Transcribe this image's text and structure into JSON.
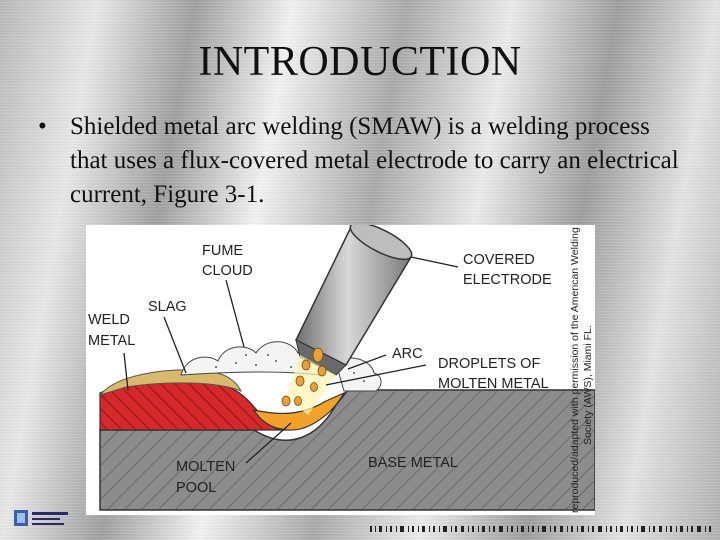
{
  "slide": {
    "title": "INTRODUCTION",
    "bullet_symbol": "•",
    "bullet_text": "Shielded metal arc welding (SMAW) is a welding process that uses a flux-covered metal electrode to carry an electrical current, Figure 3-1."
  },
  "figure": {
    "labels": {
      "fume_cloud_1": "FUME",
      "fume_cloud_2": "CLOUD",
      "covered_electrode_1": "COVERED",
      "covered_electrode_2": "ELECTRODE",
      "slag": "SLAG",
      "weld_metal_1": "WELD",
      "weld_metal_2": "METAL",
      "arc": "ARC",
      "droplets_1": "DROPLETS OF",
      "droplets_2": "MOLTEN METAL",
      "molten_pool_1": "MOLTEN",
      "molten_pool_2": "POOL",
      "base_metal": "BASE METAL"
    },
    "credit_1": "reproduced/adapted with permission of the American Welding",
    "credit_2": "Society (AWS), Miami FL.",
    "colors": {
      "weld_metal": "#d4282a",
      "molten_pool": "#f2a12a",
      "base_metal": "#8a8a8a",
      "electrode": "#9b9b9b"
    }
  },
  "icons": {
    "logo": "publisher-logo-icon",
    "footer": "footer-barcode-strip"
  }
}
